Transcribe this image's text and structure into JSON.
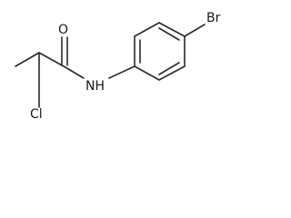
{
  "molecule": {
    "atoms": {
      "oxygen": "O",
      "nitrogen": "NH",
      "bromine": "Br",
      "chlorine": "Cl"
    }
  },
  "colors": {
    "bond": "#2a2a2a",
    "label": "#1a1a1a",
    "background": "#ffffff"
  }
}
